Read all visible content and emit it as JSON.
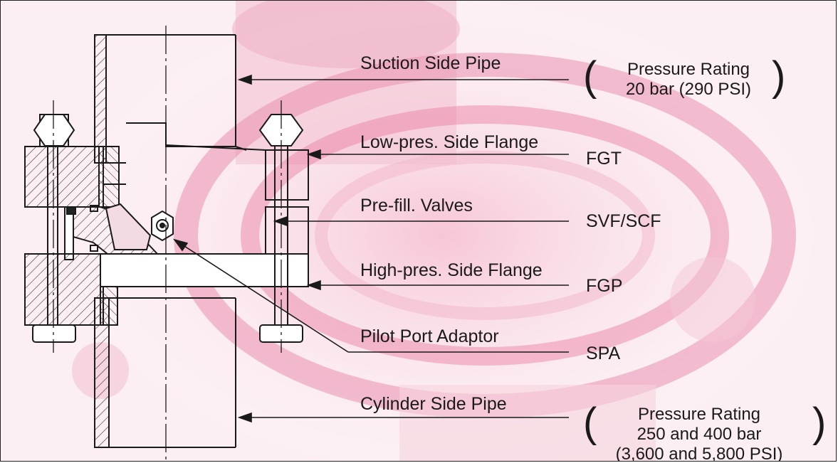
{
  "labels": {
    "suction_pipe": "Suction Side Pipe",
    "low_flange": "Low-pres. Side Flange",
    "prefill_valves": "Pre-fill. Valves",
    "high_flange": "High-pres. Side Flange",
    "pilot_adaptor": "Pilot Port Adaptor",
    "cylinder_pipe": "Cylinder Side Pipe"
  },
  "codes": {
    "low_flange": "FGT",
    "prefill_valves": "SVF/SCF",
    "high_flange": "FGP",
    "pilot_adaptor": "SPA"
  },
  "ratings": {
    "suction": {
      "line1": "Pressure Rating",
      "line2": "20 bar (290 PSI)"
    },
    "cylinder": {
      "line1": "Pressure Rating",
      "line2": "250 and 400 bar",
      "line3": "(3,600 and 5,800 PSI)"
    },
    "paren_open": "(",
    "paren_close": ")"
  },
  "colors": {
    "background_tint": "#e97aa0",
    "line": "#1a1a1a"
  }
}
